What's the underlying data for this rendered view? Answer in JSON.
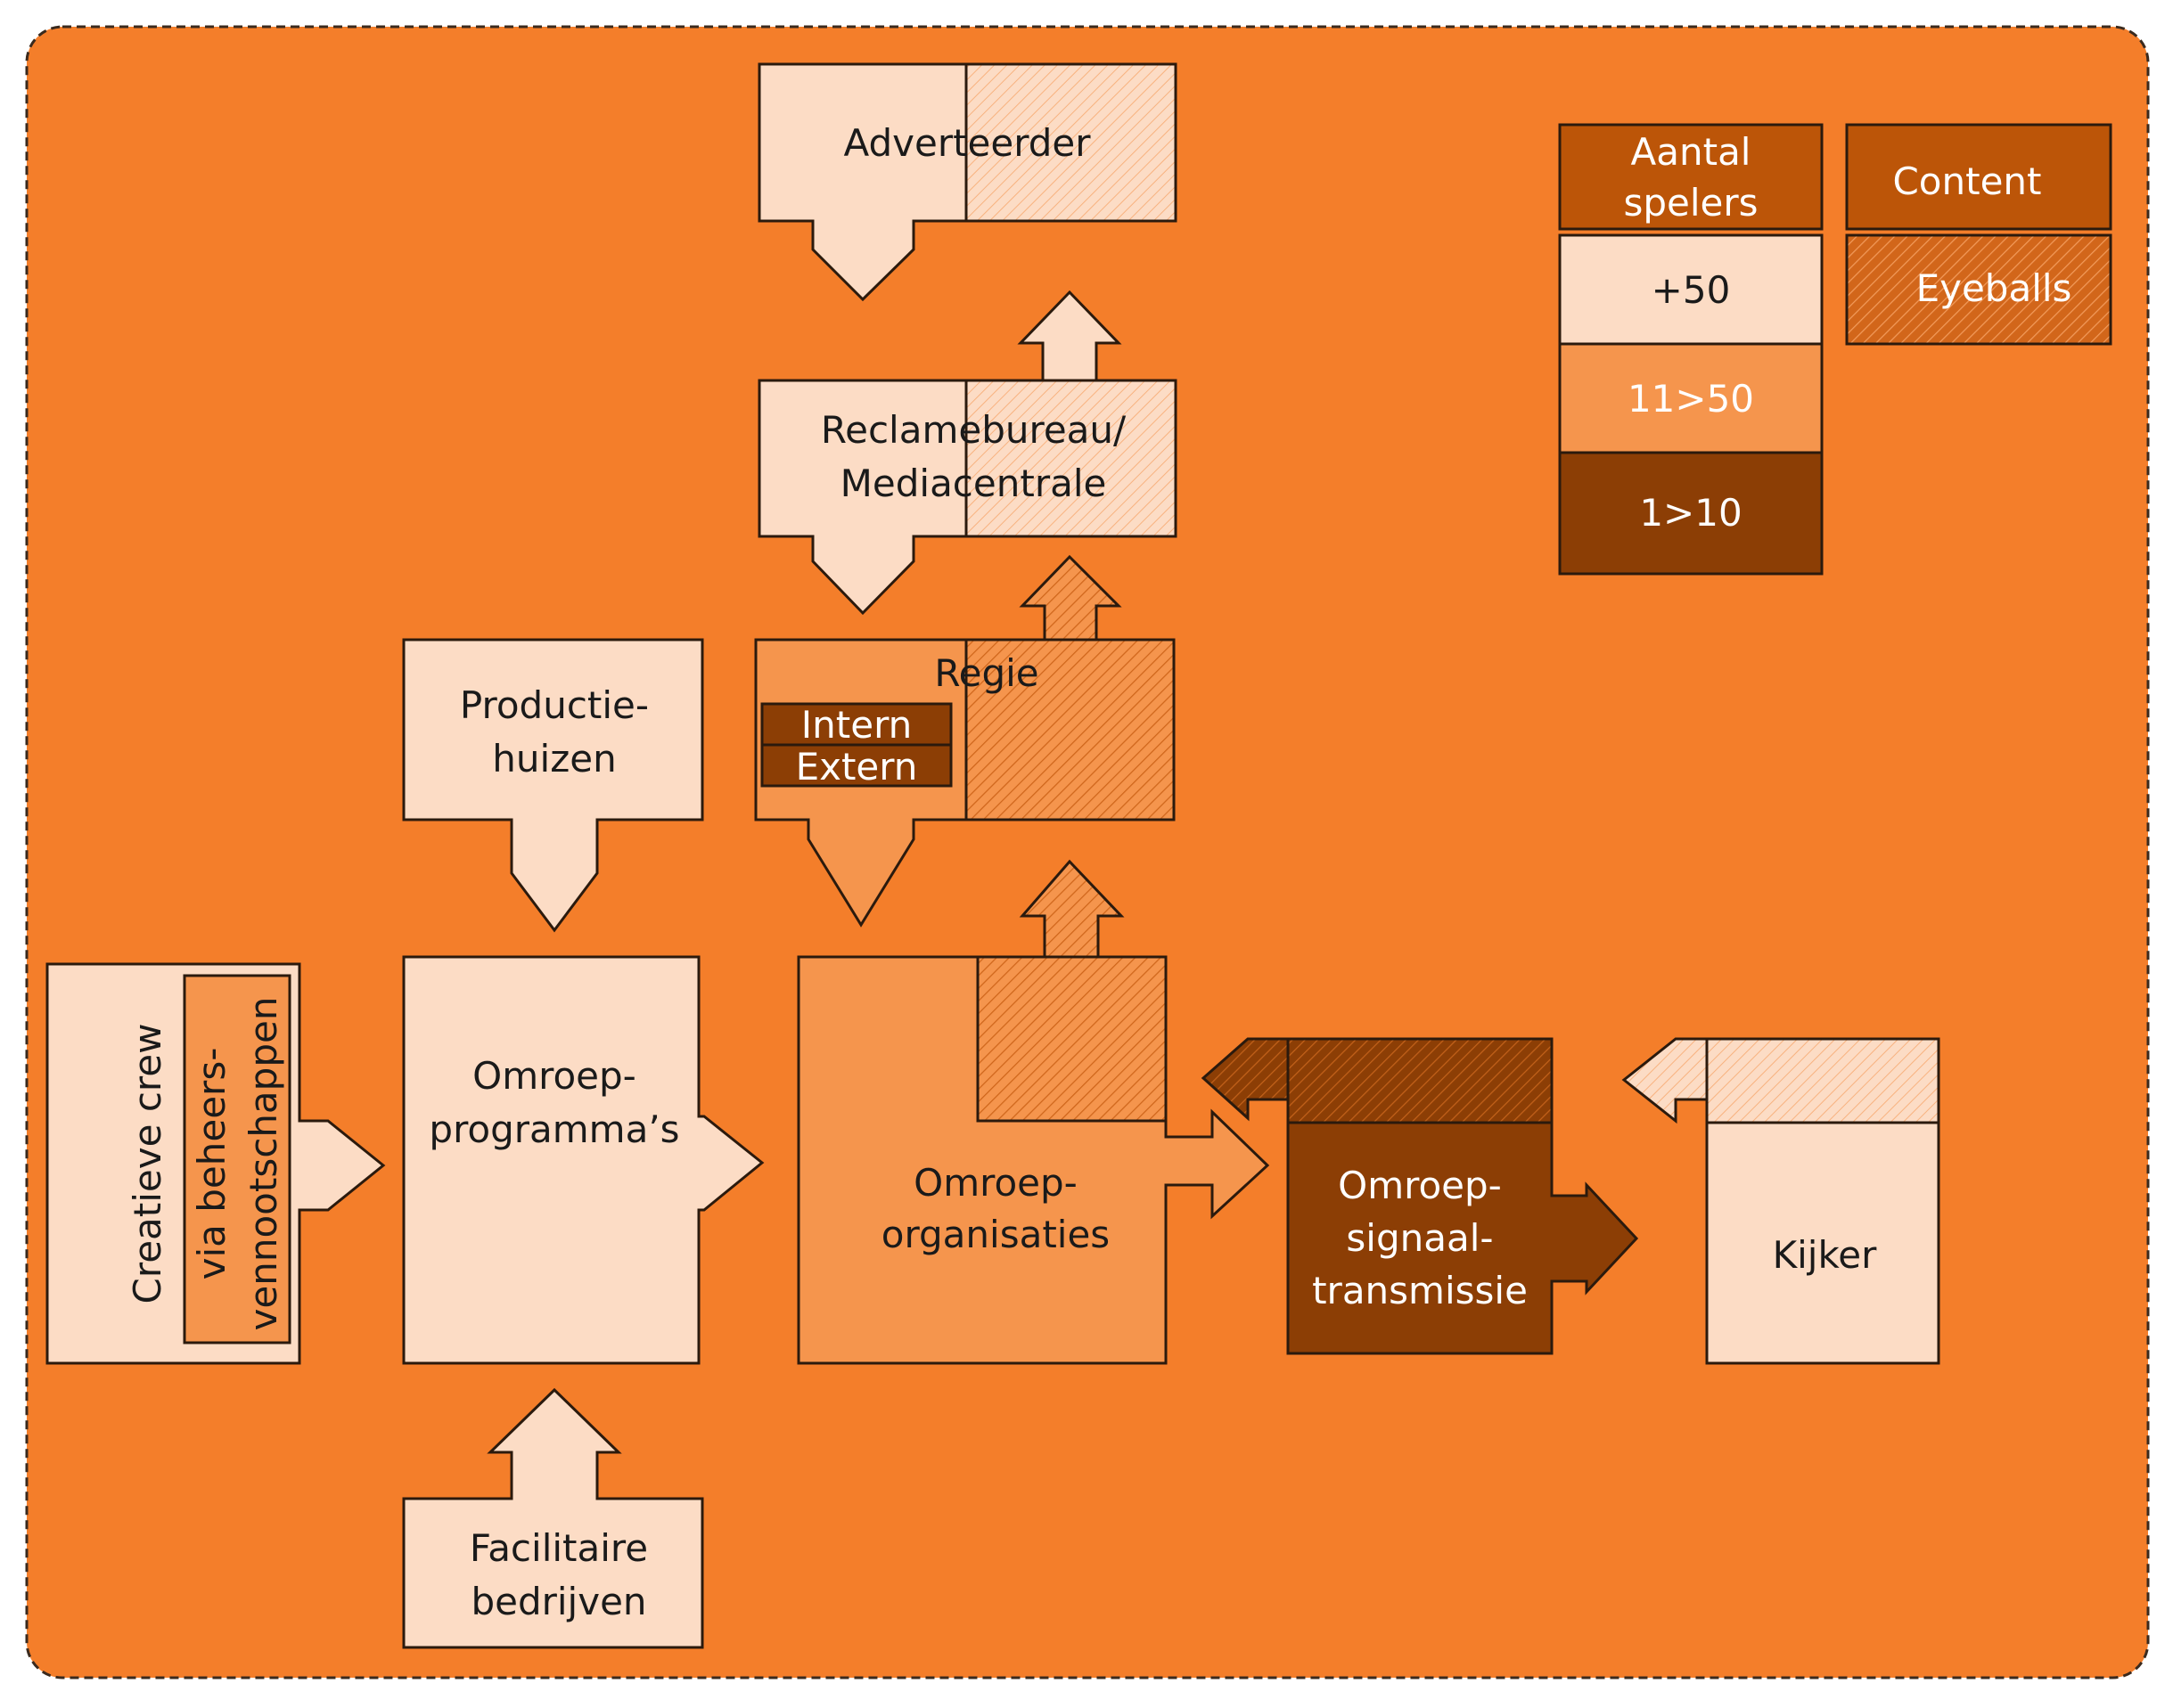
{
  "colors": {
    "background": "#F47E2A",
    "light": "#FCDCC5",
    "medium": "#F5954D",
    "dark": "#8C3E05",
    "legend_header": "#BC5508",
    "stroke": "#2b1a0d",
    "hatch": "#F47E2A"
  },
  "nodes": {
    "adverteerder": "Adverteerder",
    "reclamebureau_1": "Reclamebureau/",
    "reclamebureau_2": "Mediacentrale",
    "regie": "Regie",
    "intern": "Intern",
    "extern": "Extern",
    "productiehuizen_1": "Productie-",
    "productiehuizen_2": "huizen",
    "creatieve_crew": "Creatieve crew",
    "beheers_1": "via beheers-",
    "beheers_2": "vennootschappen",
    "programmas_1": "Omroep-",
    "programmas_2": "programma’s",
    "organisaties_1": "Omroep-",
    "organisaties_2": "organisaties",
    "signaal_1": "Omroep-",
    "signaal_2": "signaal-",
    "signaal_3": "transmissie",
    "kijker": "Kijker",
    "facilitaire_1": "Facilitaire",
    "facilitaire_2": "bedrijven"
  },
  "legend": {
    "header_1": "Aantal",
    "header_2": "spelers",
    "level_high": "+50",
    "level_mid": "11>50",
    "level_low": "1>10",
    "content": "Content",
    "eyeballs": "Eyeballs"
  }
}
